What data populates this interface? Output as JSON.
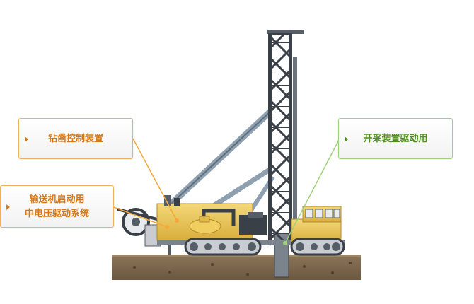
{
  "callouts": {
    "drill_control": {
      "label": "钻凿控制装置"
    },
    "conveyor_start": {
      "line1": "输送机启动用",
      "line2": "中电压驱动系统"
    },
    "mining_drive": {
      "label": "开采装置驱动用"
    }
  },
  "colors": {
    "callout_orange": "#d4781a",
    "callout_green": "#4f8f22",
    "leader_orange": "#f5a83a",
    "leader_green": "#9fd07a",
    "machine_body": "#e8c65a",
    "mast": "#555d66",
    "ground": "#7a6650"
  }
}
